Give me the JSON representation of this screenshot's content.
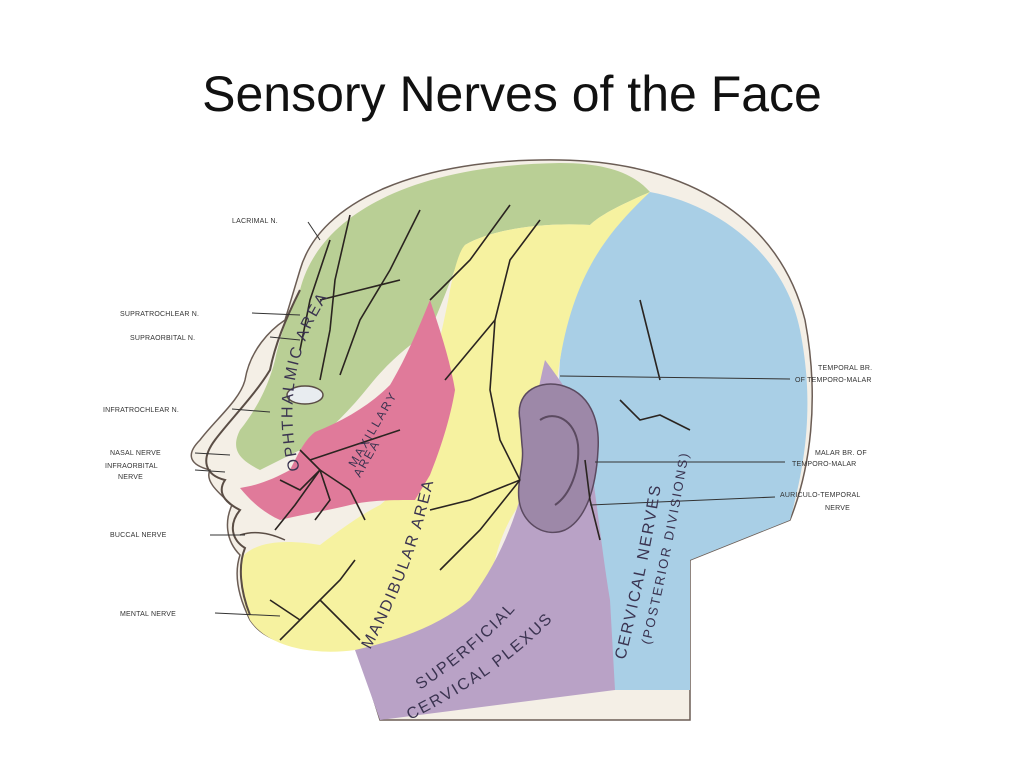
{
  "title": "Sensory Nerves of the Face",
  "labels": {
    "lacrimal": "LACRIMAL N.",
    "supratrochlear": "SUPRATROCHLEAR N.",
    "supraorbital": "SUPRAORBITAL N.",
    "infratrochlear": "INFRATROCHLEAR N.",
    "nasal": "NASAL NERVE",
    "infraorbital_1": "INFRAORBITAL",
    "infraorbital_2": "NERVE",
    "buccal": "BUCCAL NERVE",
    "mental": "MENTAL NERVE",
    "temporal_1": "TEMPORAL BR.",
    "temporal_2": "OF TEMPORO-MALAR",
    "malar_1": "MALAR BR. OF",
    "malar_2": "TEMPORO-MALAR",
    "auriculo_1": "AURICULO-TEMPORAL",
    "auriculo_2": "NERVE"
  },
  "regions": {
    "ophthalmic": "OPHTHALMIC AREA",
    "maxillary_1": "MAXILLARY",
    "maxillary_2": "AREA",
    "mandibular": "MANDIBULAR AREA",
    "cervical_nerves": "CERVICAL NERVES",
    "posterior_divisions": "(POSTERIOR DIVISIONS)",
    "superficial_1": "SUPERFICIAL",
    "superficial_2": "CERVICAL PLEXUS"
  },
  "colors": {
    "ophthalmic": "#b9cf95",
    "maxillary": "#e07a9a",
    "mandibular": "#f6f2a0",
    "cervical_posterior": "#a9cfe6",
    "superficial_cervical": "#b9a2c6",
    "ear": "#9d88a8",
    "nerve": "#2a2420"
  }
}
